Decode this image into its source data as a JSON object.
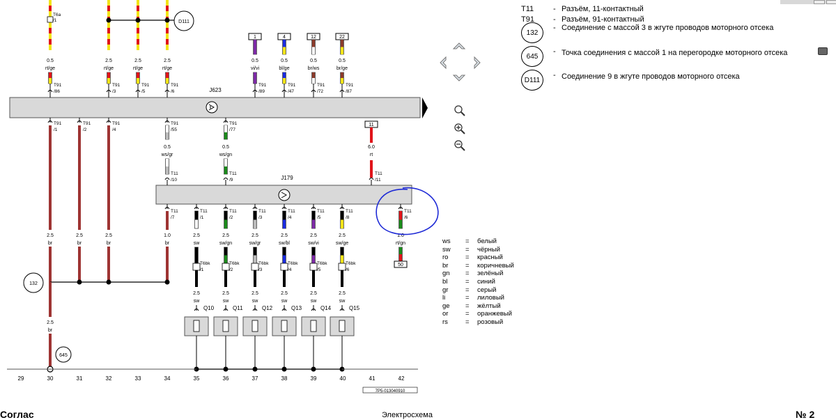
{
  "connector_legend": [
    {
      "code": "T11",
      "desc": "Разъём, 11-контактный",
      "circled": false
    },
    {
      "code": "T91",
      "desc": "Разъём, 91-контактный",
      "circled": false
    },
    {
      "code": "132",
      "desc": "Соединение с массой 3 в жгуте проводов моторного отсека",
      "circled": true
    },
    {
      "code": "645",
      "desc": "Точка соединения с массой 1 на перегородке моторного отсека",
      "circled": true
    },
    {
      "code": "D111",
      "desc": "Соединение 9 в жгуте проводов моторного отсека",
      "circled": true
    }
  ],
  "legend_dash": "-",
  "color_legend": [
    {
      "abbr": "ws",
      "name": "белый"
    },
    {
      "abbr": "sw",
      "name": "чёрный"
    },
    {
      "abbr": "ro",
      "name": "красный"
    },
    {
      "abbr": "br",
      "name": "коричневый"
    },
    {
      "abbr": "gn",
      "name": "зелёный"
    },
    {
      "abbr": "bl",
      "name": "синий"
    },
    {
      "abbr": "gr",
      "name": "серый"
    },
    {
      "abbr": "li",
      "name": "лиловый"
    },
    {
      "abbr": "ge",
      "name": "жёлтый"
    },
    {
      "abbr": "or",
      "name": "оранжевый"
    },
    {
      "abbr": "rs",
      "name": "розовый"
    }
  ],
  "color_eq": "=",
  "components": {
    "j623": "J623",
    "j179": "J179",
    "t6a": "T6a",
    "t6a_pin": "/1",
    "d111": "D111",
    "ground132": "132",
    "ground645": "645",
    "box50": "50",
    "box11": "11"
  },
  "wire_colors": {
    "br": "#9e3433",
    "red": "#e0141a",
    "yellow": "#f2e418",
    "green": "#1a8a1a",
    "black": "#000000",
    "white": "#ffffff",
    "violet": "#7d2aa6",
    "blue": "#1a2be0",
    "gray": "#bbbbbb",
    "brown": "#8b3a2a"
  },
  "top_wires": [
    {
      "spec": "0.5",
      "color": "rt/ge",
      "pin_connector": "T91",
      "pin": "/86",
      "stripes": [
        "red",
        "yellow"
      ]
    },
    {
      "spec": "2.5",
      "color": "rt/ge",
      "pin_connector": "T91",
      "pin": "/3",
      "stripes": [
        "red",
        "yellow"
      ]
    },
    {
      "spec": "2.5",
      "color": "rt/ge",
      "pin_connector": "T91",
      "pin": "/5",
      "stripes": [
        "red",
        "yellow"
      ]
    },
    {
      "spec": "2.5",
      "color": "rt/ge",
      "pin_connector": "T91",
      "pin": "/6",
      "stripes": [
        "red",
        "yellow"
      ]
    },
    {
      "spec": "0.5",
      "color": "vi/vi",
      "pin_connector": "T91",
      "pin": "/89",
      "stripes": [
        "violet",
        "violet"
      ],
      "box": "1"
    },
    {
      "spec": "0.5",
      "color": "bl/ge",
      "pin_connector": "T91",
      "pin": "/47",
      "stripes": [
        "blue",
        "yellow"
      ],
      "box": "4"
    },
    {
      "spec": "0.5",
      "color": "br/ws",
      "pin_connector": "T91",
      "pin": "/72",
      "stripes": [
        "brown",
        "white"
      ],
      "box": "12"
    },
    {
      "spec": "0.5",
      "color": "br/ge",
      "pin_connector": "T91",
      "pin": "/87",
      "stripes": [
        "brown",
        "yellow"
      ],
      "box": "22"
    }
  ],
  "mid_wires": [
    {
      "pin_connector": "T91",
      "pin": "/1",
      "spec": "2.5",
      "color": "br"
    },
    {
      "pin_connector": "T91",
      "pin": "/2",
      "spec": "2.5",
      "color": "br"
    },
    {
      "pin_connector": "T91",
      "pin": "/4",
      "spec": "2.5",
      "color": "br"
    },
    {
      "pin_connector": "T91",
      "pin": "/55",
      "spec": "0.5",
      "color": "ws/gr",
      "t11": "T11",
      "t11pin": "/10"
    },
    {
      "pin_connector": "T91",
      "pin": "/77",
      "spec": "0.5",
      "color": "ws/gn",
      "t11": "T11",
      "t11pin": "/9"
    },
    {
      "spec": "6.0",
      "color": "rt",
      "t11": "T11",
      "t11pin": "/11"
    }
  ],
  "j179_outputs": [
    {
      "pin_connector": "T11",
      "pin": "/7",
      "spec": "1.0",
      "color": "br"
    },
    {
      "pin_connector": "T11",
      "pin": "/1",
      "spec": "2.5",
      "color": "sw",
      "t6": "T6bk",
      "t6pin": "/1",
      "spec2": "2.5",
      "color2": "sw",
      "q": "Q10"
    },
    {
      "pin_connector": "T11",
      "pin": "/2",
      "spec": "2.5",
      "color": "sw/gn",
      "t6": "T6bk",
      "t6pin": "/2",
      "spec2": "2.5",
      "color2": "sw",
      "q": "Q11"
    },
    {
      "pin_connector": "T11",
      "pin": "/3",
      "spec": "2.5",
      "color": "sw/gr",
      "t6": "T6bk",
      "t6pin": "/3",
      "spec2": "2.5",
      "color2": "sw",
      "q": "Q12"
    },
    {
      "pin_connector": "T11",
      "pin": "/4",
      "spec": "2.5",
      "color": "sw/bl",
      "t6": "T6bk",
      "t6pin": "/4",
      "spec2": "2.5",
      "color2": "sw",
      "q": "Q13"
    },
    {
      "pin_connector": "T11",
      "pin": "/5",
      "spec": "2.5",
      "color": "sw/vi",
      "t6": "T6bk",
      "t6pin": "/5",
      "spec2": "2.5",
      "color2": "sw",
      "q": "Q14"
    },
    {
      "pin_connector": "T11",
      "pin": "/8",
      "spec": "2.5",
      "color": "sw/ge",
      "t6": "T6bk",
      "t6pin": "/6",
      "spec2": "2.5",
      "color2": "sw",
      "q": "Q15"
    },
    {
      "pin_connector": "T11",
      "pin": "/6",
      "spec": "1.0",
      "color": "rt/gn"
    }
  ],
  "ground_wire": {
    "spec": "2.5",
    "color": "br"
  },
  "grid_numbers": [
    "29",
    "30",
    "31",
    "32",
    "33",
    "34",
    "35",
    "36",
    "37",
    "38",
    "39",
    "40",
    "41",
    "42"
  ],
  "doc_code": "7P5-013040910",
  "footer": {
    "left": "Соглас",
    "center": "Электросхема",
    "right": "№ 2"
  }
}
